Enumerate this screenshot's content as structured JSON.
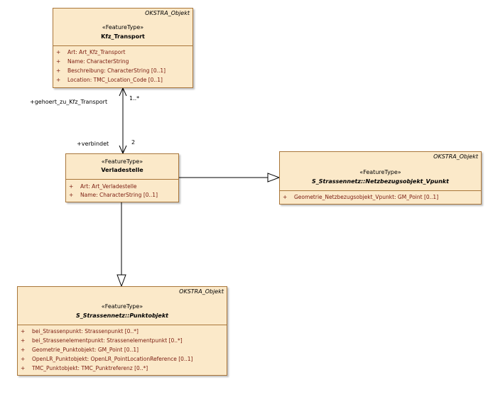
{
  "classes": {
    "kfz_transport": {
      "package": "OKSTRA_Objekt",
      "stereotype": "«FeatureType»",
      "name": "Kfz_Transport",
      "attributes": [
        {
          "vis": "+",
          "text": "Art: Art_Kfz_Transport"
        },
        {
          "vis": "+",
          "text": "Name: CharacterString"
        },
        {
          "vis": "+",
          "text": "Beschreibung: CharacterString [0..1]"
        },
        {
          "vis": "+",
          "text": "Location: TMC_Location_Code [0..1]"
        }
      ]
    },
    "verladestelle": {
      "stereotype": "«FeatureType»",
      "name": "Verladestelle",
      "attributes": [
        {
          "vis": "+",
          "text": "Art: Art_Verladestelle"
        },
        {
          "vis": "+",
          "text": "Name: CharacterString [0..1]"
        }
      ]
    },
    "netzbezugsobjekt_vpunkt": {
      "package": "OKSTRA_Objekt",
      "stereotype": "«FeatureType»",
      "name": "S_Strassennetz::Netzbezugsobjekt_Vpunkt",
      "attributes": [
        {
          "vis": "+",
          "text": "Geometrie_Netzbezugsobjekt_Vpunkt: GM_Point [0..1]"
        }
      ]
    },
    "punktobjekt": {
      "package": "OKSTRA_Objekt",
      "stereotype": "«FeatureType»",
      "name": "S_Strassennetz::Punktobjekt",
      "attributes": [
        {
          "vis": "+",
          "text": "bei_Strassenpunkt: Strassenpunkt [0..*]"
        },
        {
          "vis": "+",
          "text": "bei_Strassenelementpunkt: Strassenelementpunkt [0..*]"
        },
        {
          "vis": "+",
          "text": "Geometrie_Punktobjekt: GM_Point [0..1]"
        },
        {
          "vis": "+",
          "text": "OpenLR_Punktobjekt: OpenLR_PointLocationReference [0..1]"
        },
        {
          "vis": "+",
          "text": "TMC_Punktobjekt: TMC_Punktreferenz [0..*]"
        }
      ]
    }
  },
  "association": {
    "role_kfz": "+gehoert_zu_Kfz_Transport",
    "mult_kfz": "1..*",
    "role_verlade": "+verbindet",
    "mult_verlade": "2"
  }
}
